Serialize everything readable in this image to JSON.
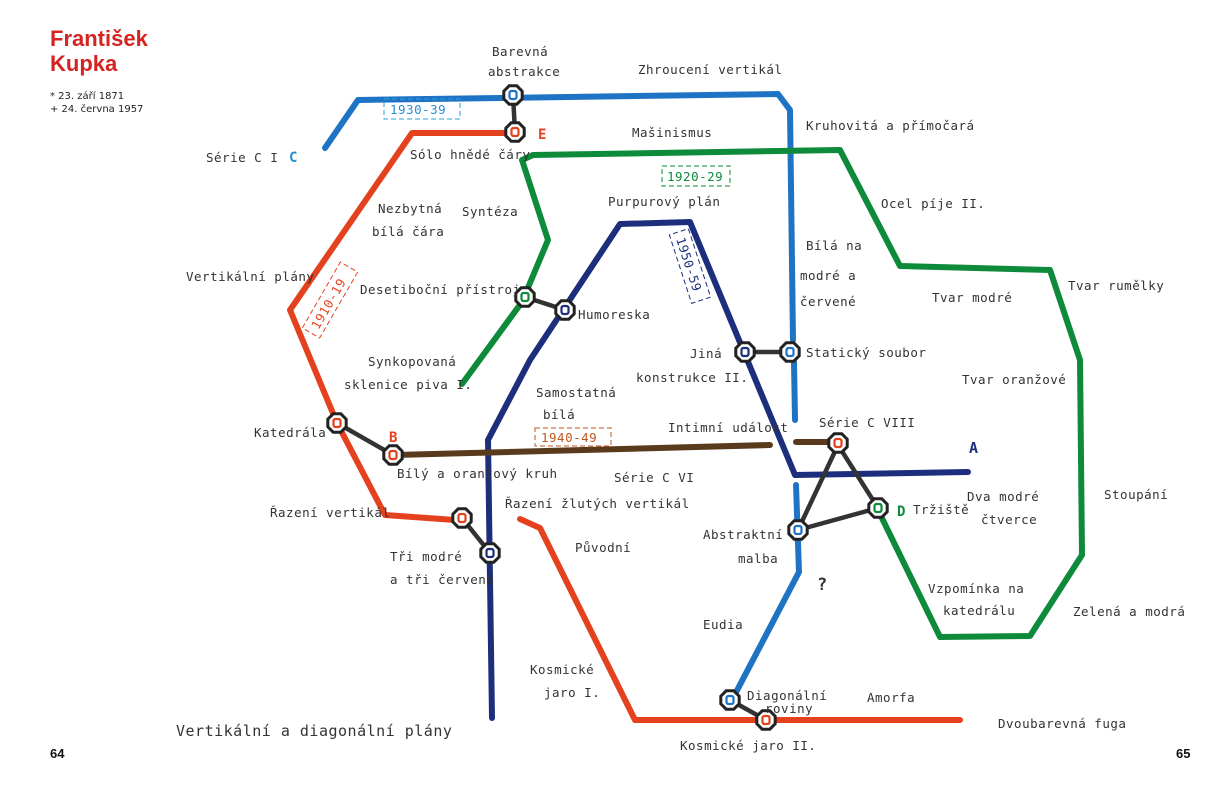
{
  "header": {
    "name_line1": "František",
    "name_line2": "Kupka",
    "born": "* 23. září 1871",
    "died": "+ 24. června 1957"
  },
  "page_numbers": {
    "left": "64",
    "right": "65"
  },
  "colors": {
    "light_blue": "#1f73c4",
    "red": "#e4421f",
    "green": "#0d8a3a",
    "dark_blue": "#1d2f7c",
    "brown": "#5a3a1c",
    "title_red": "#d42320"
  },
  "decades": [
    "1930-39",
    "1920-29",
    "1910-19",
    "1950-59",
    "1940-49"
  ],
  "line_markers": {
    "c": "C",
    "e": "E",
    "b": "B",
    "d": "D",
    "a": "A"
  },
  "labels": [
    "Barevná",
    "abstrakce",
    "Zhroucení vertikál",
    "Kruhovitá a přímočará",
    "Mašinismus",
    "Sólo hnědé čáry",
    "Série C I",
    "Nezbytná",
    "bílá čára",
    "Syntéza",
    "Purpurový plán",
    "Ocel píje II.",
    "Bílá na",
    "modré a",
    "červené",
    "Vertikální plány",
    "Tvar modré",
    "Tvar rumělky",
    "Desetiboční přístroj",
    "Humoreska",
    "Jiná",
    "konstrukce II.",
    "Statický soubor",
    "Synkopovaná",
    "sklenice piva I.",
    "Samostatná",
    "bílá",
    "Tvar oranžové",
    "Katedrála",
    "Intimní událost",
    "Série C VIII",
    "Bílý a oranžový kruh",
    "Série C VI",
    "Řazení vertikál",
    "Řazení žlutých vertikál",
    "Dva modré",
    "čtverce",
    "Tržiště",
    "Stoupání",
    "Tři modré",
    "a tři červené",
    "Původní",
    "Abstraktní",
    "malba",
    "?",
    "Vzpomínka na",
    "katedrálu",
    "Zelená a modrá",
    "Eudia",
    "Kosmické",
    "jaro I.",
    "Diagonální",
    "roviny",
    "Amorfa",
    "Dvoubarevná fuga",
    "Vertikální a diagonální plány",
    "Kosmické jaro II."
  ]
}
